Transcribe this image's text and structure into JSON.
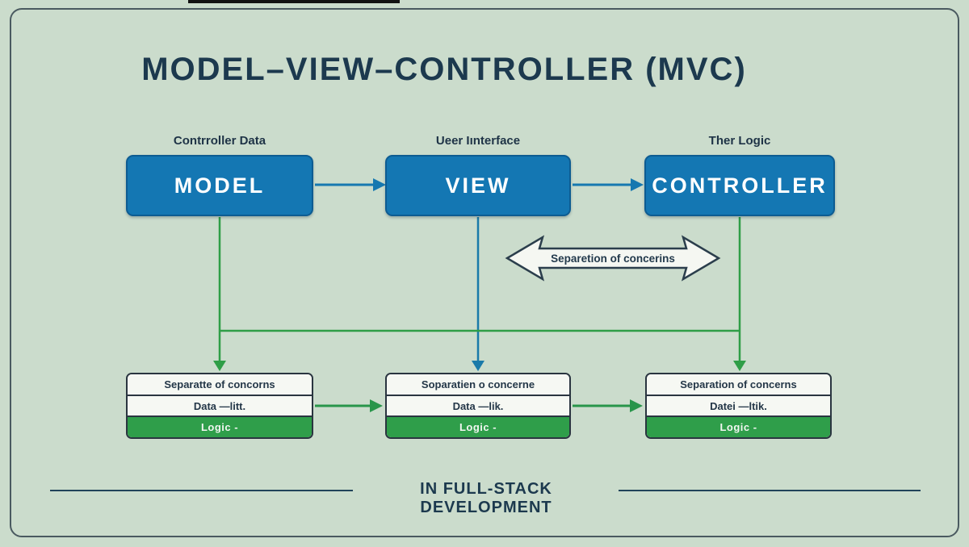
{
  "title": "MODEL–VIEW–CONTROLLER (MVC)",
  "columns": [
    {
      "caption": "Contrroller Data",
      "box": "MODEL"
    },
    {
      "caption": "Ueer Iınterface",
      "box": "VIEW"
    },
    {
      "caption": "Ther Logic",
      "box": "CONTROLLER"
    }
  ],
  "separation_banner": "Separetion of concerins",
  "detail_boxes": [
    {
      "rows": [
        "Separatte of concorns",
        "Data —litt.",
        "Logic -"
      ]
    },
    {
      "rows": [
        "Soparatien o concerne",
        "Data —lik.",
        "Logic -"
      ]
    },
    {
      "rows": [
        "Separation of concerns",
        "Datei —ltik.",
        "Logic -"
      ]
    }
  ],
  "footer": "IN FULL-STACK DEVELOPMENT",
  "colors": {
    "background": "#cbdccc",
    "box_blue": "#1477b3",
    "box_blue_border": "#0d5c92",
    "accent_green": "#2f9e47",
    "view_connector_blue": "#1a7aa9",
    "navy_text": "#1c394e",
    "detail_green_row": "#2f9e4a"
  }
}
